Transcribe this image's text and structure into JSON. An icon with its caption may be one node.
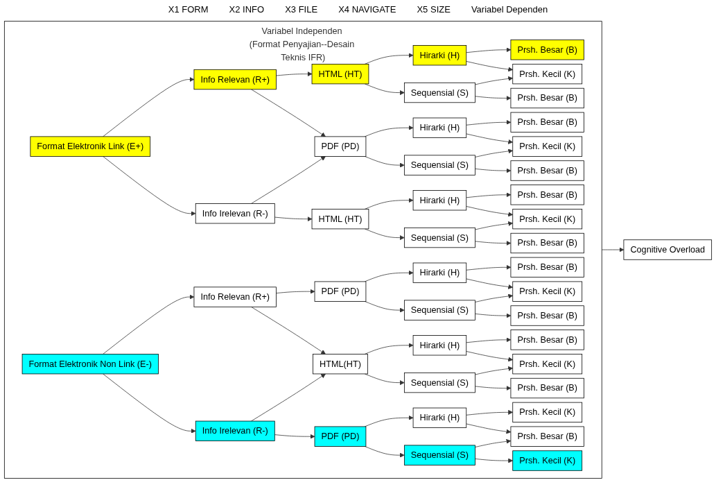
{
  "diagram": {
    "nodes": [
      {
        "text": [
          "Variabel Independen (Format Penyajian--Desain Teknis IFR)"
        ]
      },
      {
        "text": [
          "Format Elektronik Link (E+)"
        ],
        "in": 0
      },
      {
        "text": [
          "Info Relevan (R+)"
        ],
        "in": 0
      },
      {
        "text": [
          "Info Irelevan (R-)"
        ],
        "in": 0
      },
      {
        "text": [
          "HTML (HT)"
        ],
        "in": 0
      },
      {
        "text": [
          "PDF (PD)"
        ],
        "in": 0
      },
      {
        "text": [
          "HTML (HT)"
        ],
        "in": 0
      },
      {
        "text": [
          "Hirarki (H)"
        ],
        "in": 0
      },
      {
        "text": [
          "Sequensial (S)"
        ],
        "in": 0
      },
      {
        "text": [
          "Prsh. Besar (B)"
        ],
        "in": 0
      },
      {
        "text": [
          "Prsh. Kecil (K)"
        ],
        "in": 0
      },
      {
        "text": [
          "Prsh. Besar (B)"
        ],
        "in": 0
      },
      {
        "text": [
          "Hirarki (H)"
        ],
        "in": 0
      },
      {
        "text": [
          "Sequensial (S)"
        ],
        "in": 0
      },
      {
        "text": [
          "Prsh. Besar (B)"
        ],
        "in": 0
      },
      {
        "text": [
          "Prsh. Kecil (K)"
        ],
        "in": 0
      },
      {
        "text": [
          "Prsh. Besar (B)"
        ],
        "in": 0
      },
      {
        "text": [
          "Hirarki (H)"
        ],
        "in": 0
      },
      {
        "text": [
          "Sequensial (S)"
        ],
        "in": 0
      },
      {
        "text": [
          "Prsh. Besar (B)"
        ],
        "in": 0
      },
      {
        "text": [
          "Prsh. Kecil (K)"
        ],
        "in": 0
      },
      {
        "text": [
          "Prsh. Besar (B)"
        ],
        "in": 0
      },
      {
        "text": [
          "Format Elektronik Non Link (E-)"
        ],
        "in": 0
      },
      {
        "text": [
          "Info Relevan (R+)"
        ],
        "in": 0
      },
      {
        "text": [
          "Info Irelevan (R-)"
        ],
        "in": 0
      },
      {
        "text": [
          "PDF (PD)"
        ],
        "in": 0
      },
      {
        "text": [
          "HTML(HT)"
        ],
        "in": 0
      },
      {
        "text": [
          "PDF (PD)"
        ],
        "in": 0
      },
      {
        "text": [
          "Hirarki (H)"
        ],
        "in": 0
      },
      {
        "text": [
          "Sequensial (S)"
        ],
        "in": 0
      },
      {
        "text": [
          "Prsh. Besar (B)"
        ],
        "in": 0
      },
      {
        "text": [
          "Prsh. Kecil (K)"
        ],
        "in": 0
      },
      {
        "text": [
          "Prsh. Besar (B)"
        ],
        "in": 0
      },
      {
        "text": [
          "Hirarki (H)"
        ],
        "in": 0
      },
      {
        "text": [
          "Sequensial (S)"
        ],
        "in": 0
      },
      {
        "text": [
          "Prsh. Besar (B)"
        ],
        "in": 0
      },
      {
        "text": [
          "Prsh. Kecil (K)"
        ],
        "in": 0
      },
      {
        "text": [
          "Prsh. Besar (B)"
        ],
        "in": 0
      },
      {
        "text": [
          "Hirarki (H)"
        ],
        "in": 0
      },
      {
        "text": [
          "Sequensial (S)"
        ],
        "in": 0
      },
      {
        "text": [
          "Prsh. Kecil (K)"
        ],
        "in": 0
      },
      {
        "text": [
          "Prsh. Besar (B)"
        ],
        "in": 0
      },
      {
        "text": [
          "Prsh. Kecil (K)"
        ],
        "in": 0
      },
      {
        "text": [
          "Cognitive Overload"
        ]
      }
    ],
    "edges": [
      {
        "from": 1,
        "to": 2,
        "arrow": "to"
      },
      {
        "from": 1,
        "to": 3,
        "arrow": "to"
      },
      {
        "from": 2,
        "to": 4,
        "arrow": "to"
      },
      {
        "from": 2,
        "to": 5,
        "arrow": "to"
      },
      {
        "from": 3,
        "to": 5,
        "arrow": "to"
      },
      {
        "from": 3,
        "to": 6,
        "arrow": "to"
      },
      {
        "from": 4,
        "to": 7,
        "arrow": "to"
      },
      {
        "from": 4,
        "to": 8,
        "arrow": "to"
      },
      {
        "from": 7,
        "to": 9,
        "arrow": "to"
      },
      {
        "from": 7,
        "to": 10,
        "arrow": "to"
      },
      {
        "from": 8,
        "to": 10,
        "arrow": "to"
      },
      {
        "from": 8,
        "to": 11,
        "arrow": "to"
      },
      {
        "from": 5,
        "to": 12,
        "arrow": "to"
      },
      {
        "from": 5,
        "to": 13,
        "arrow": "to"
      },
      {
        "from": 12,
        "to": 14,
        "arrow": "to"
      },
      {
        "from": 12,
        "to": 15,
        "arrow": "to"
      },
      {
        "from": 13,
        "to": 15,
        "arrow": "to"
      },
      {
        "from": 13,
        "to": 16,
        "arrow": "to"
      },
      {
        "from": 6,
        "to": 17,
        "arrow": "to"
      },
      {
        "from": 6,
        "to": 18,
        "arrow": "to"
      },
      {
        "from": 17,
        "to": 19,
        "arrow": "to"
      },
      {
        "from": 17,
        "to": 20,
        "arrow": "to"
      },
      {
        "from": 18,
        "to": 20,
        "arrow": "to"
      },
      {
        "from": 18,
        "to": 21,
        "arrow": "to"
      },
      {
        "from": 22,
        "to": 23,
        "arrow": "to"
      },
      {
        "from": 22,
        "to": 24,
        "arrow": "to"
      },
      {
        "from": 23,
        "to": 25,
        "arrow": "to"
      },
      {
        "from": 23,
        "to": 26,
        "arrow": "to"
      },
      {
        "from": 24,
        "to": 26,
        "arrow": "to"
      },
      {
        "from": 24,
        "to": 27,
        "arrow": "to"
      },
      {
        "from": 25,
        "to": 28,
        "arrow": "to"
      },
      {
        "from": 25,
        "to": 29,
        "arrow": "to"
      },
      {
        "from": 28,
        "to": 30,
        "arrow": "to"
      },
      {
        "from": 28,
        "to": 31,
        "arrow": "to"
      },
      {
        "from": 29,
        "to": 31,
        "arrow": "to"
      },
      {
        "from": 29,
        "to": 32,
        "arrow": "to"
      },
      {
        "from": 26,
        "to": 33,
        "arrow": "to"
      },
      {
        "from": 26,
        "to": 34,
        "arrow": "to"
      },
      {
        "from": 33,
        "to": 35,
        "arrow": "to"
      },
      {
        "from": 33,
        "to": 36,
        "arrow": "to"
      },
      {
        "from": 34,
        "to": 36,
        "arrow": "to"
      },
      {
        "from": 34,
        "to": 37,
        "arrow": "to"
      },
      {
        "from": 27,
        "to": 38,
        "arrow": "to"
      },
      {
        "from": 27,
        "to": 39,
        "arrow": "to"
      },
      {
        "from": 38,
        "to": 40,
        "arrow": "to"
      },
      {
        "from": 38,
        "to": 41,
        "arrow": "to"
      },
      {
        "from": 39,
        "to": 41,
        "arrow": "to"
      },
      {
        "from": 39,
        "to": 42,
        "arrow": "to"
      },
      {
        "from": 0,
        "to": 43,
        "arrow": "to"
      }
    ],
    "labels": [
      "X1 FORM",
      "X2 INFO",
      "X3 FILE",
      "X4 NAVIGATE",
      "X5 SIZE",
      "Variabel Dependen"
    ]
  }
}
